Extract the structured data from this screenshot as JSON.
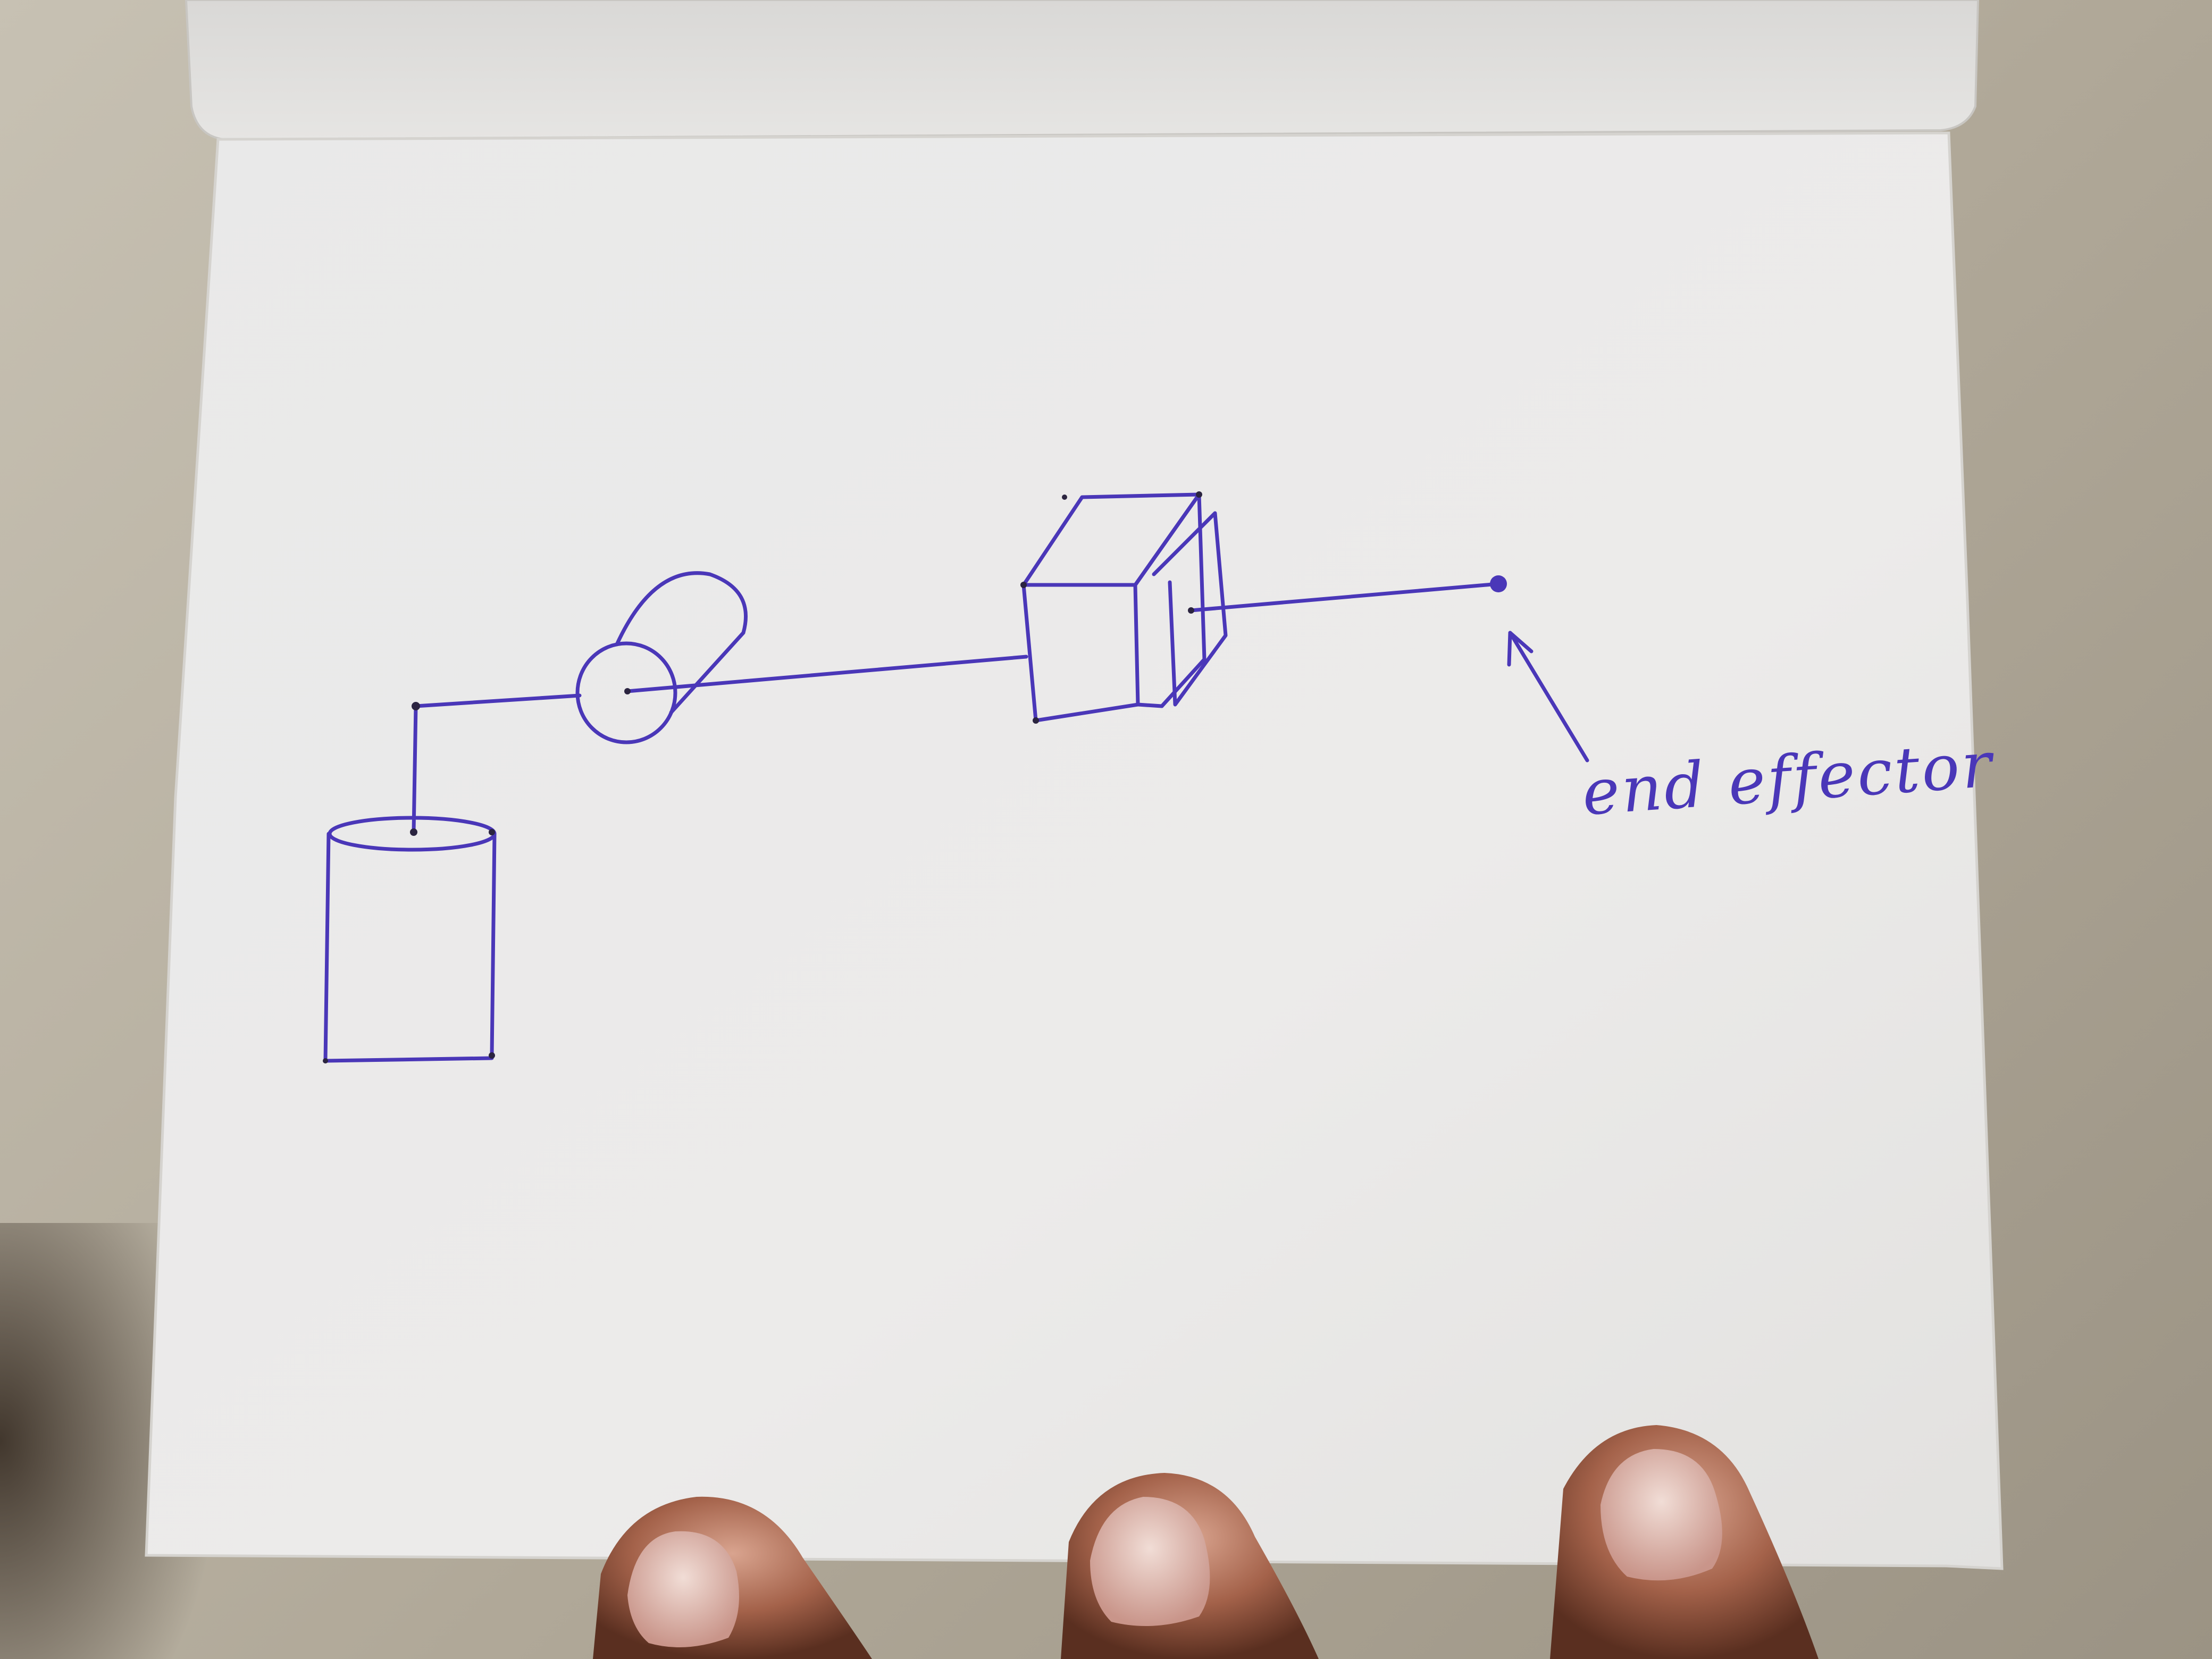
{
  "diagram": {
    "annotations": [
      {
        "id": "end-effector-label",
        "text": "end effector"
      }
    ],
    "ink_color": "#4a37b8",
    "paper_color": "#ebebea",
    "background_color": "#b3ab9c",
    "components": [
      "base-cylinder",
      "horizontal-cylinder-joint",
      "cube-joint",
      "end-effector-point"
    ]
  }
}
